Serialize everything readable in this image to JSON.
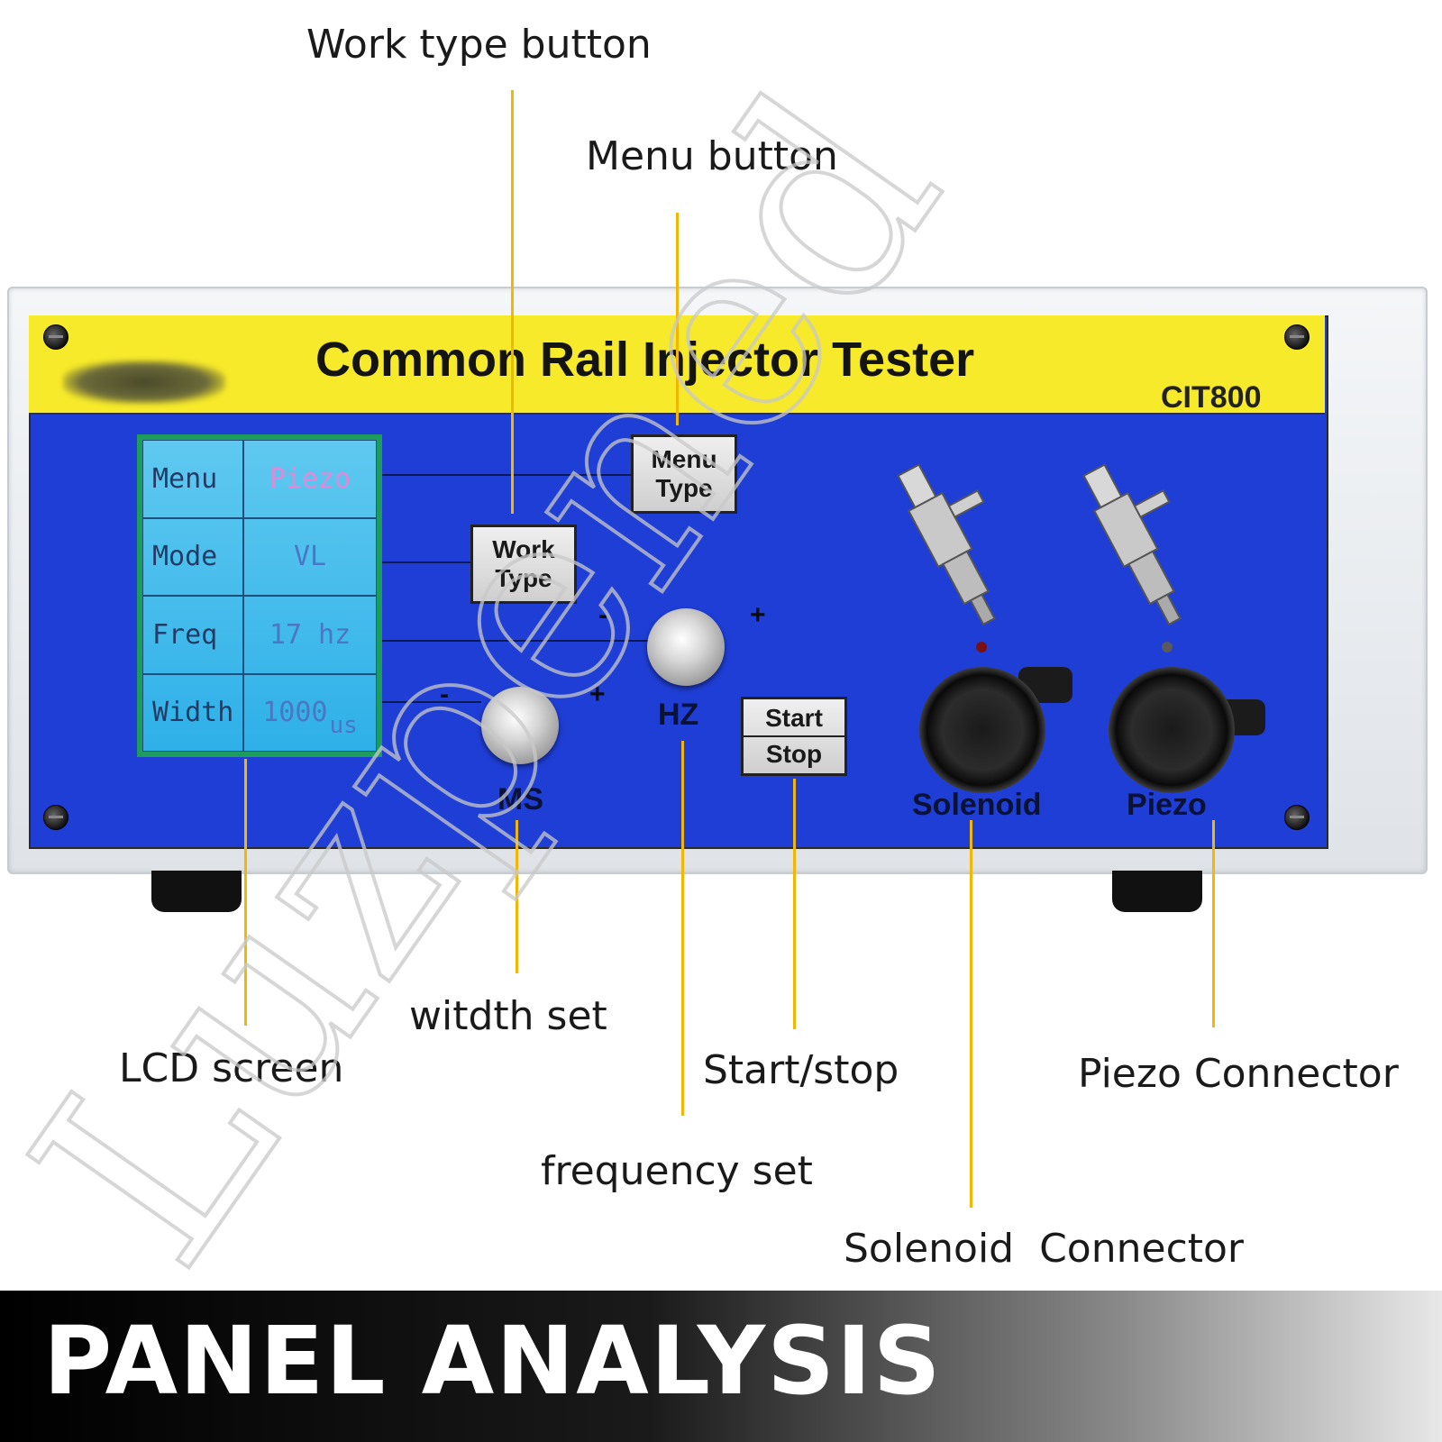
{
  "device": {
    "title": "Common Rail Injector Tester",
    "model": "CIT800"
  },
  "lcd": {
    "rows": [
      {
        "key": "Menu",
        "value": "Piezo",
        "unit": ""
      },
      {
        "key": "Mode",
        "value": "VL",
        "unit": ""
      },
      {
        "key": "Freq",
        "value": "17 hz",
        "unit": ""
      },
      {
        "key": "Width",
        "value": "1000",
        "unit": "us"
      }
    ]
  },
  "panel": {
    "menu_type_line1": "Menu",
    "menu_type_line2": "Type",
    "work_type_line1": "Work",
    "work_type_line2": "Type",
    "start_label": "Start",
    "stop_label": "Stop",
    "ms_label": "MS",
    "hz_label": "HZ",
    "minus": "-",
    "plus": "+",
    "solenoid_label": "Solenoid",
    "piezo_label": "Piezo"
  },
  "callouts": {
    "work_type_button": "Work type button",
    "menu_button": "Menu button",
    "lcd_screen": "LCD screen",
    "width_set": "witdth set",
    "start_stop": "Start/stop",
    "frequency_set": "frequency set",
    "solenoid_connector": "Solenoid  Connector",
    "piezo_connector": "Piezo Connector"
  },
  "footer": {
    "title": "PANEL ANALYSIS"
  },
  "watermark": {
    "text": "Luzpened"
  },
  "colors": {
    "faceplate_blue": "#1f3ed6",
    "title_band_yellow": "#f7ea2a",
    "leader_line_yellow": "#f2b705",
    "lcd_blue": "#2eb0e8"
  }
}
